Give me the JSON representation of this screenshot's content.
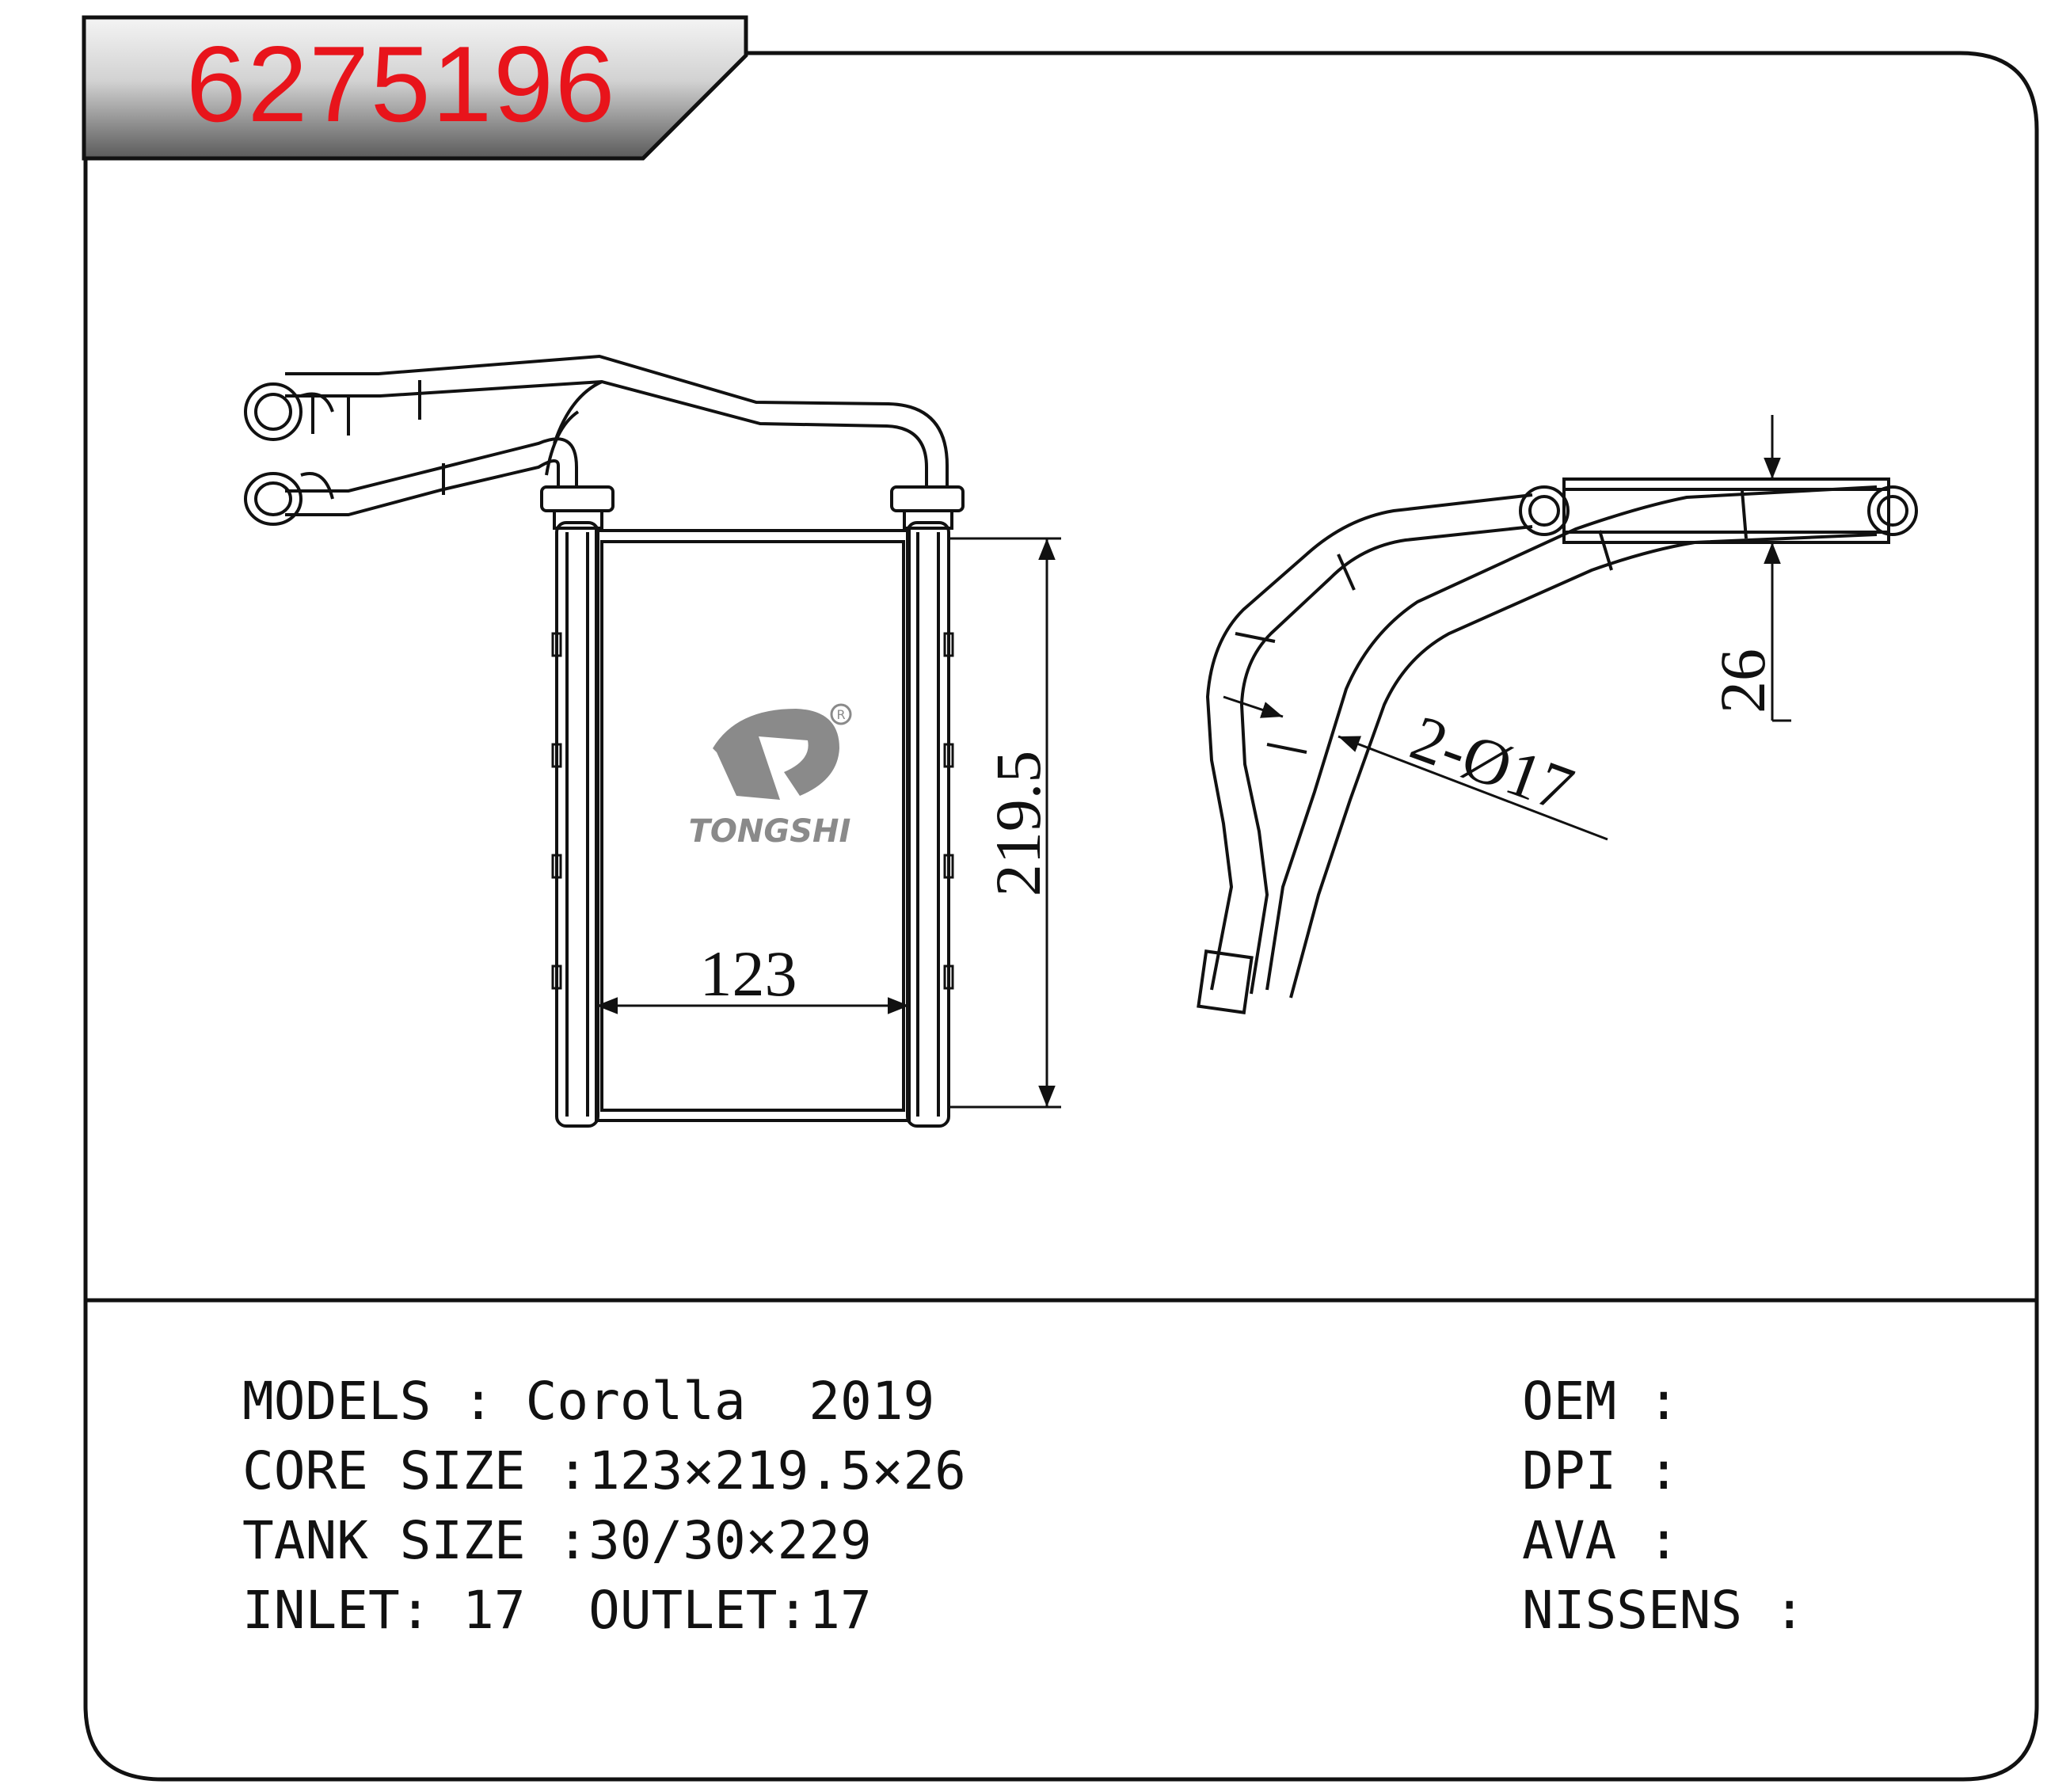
{
  "header": {
    "part_number": "6275196"
  },
  "logo": {
    "brand": "TONGSHI",
    "registered_mark": "®"
  },
  "dimensions": {
    "core_width": "123",
    "core_height": "219.5",
    "core_depth": "26",
    "pipe_spec": "2-Ø17"
  },
  "specs": {
    "models": "MODELS : Corolla  2019",
    "core_size": "CORE SIZE :123×219.5×26",
    "tank_size": "TANK SIZE :30/30×229",
    "inlet_outlet": "INLET: 17  OUTLET:17"
  },
  "cross_refs": {
    "oem": "OEM :",
    "dpi": "DPI :",
    "ava": "AVA :",
    "nissens": "NISSENS :"
  },
  "colors": {
    "part_number": "#e8141b",
    "header_fill": "#8c8c8c",
    "logo": "#8a8a8a",
    "line": "#111111"
  }
}
